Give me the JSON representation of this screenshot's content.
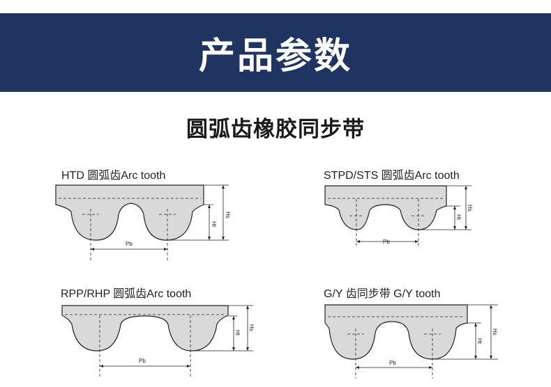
{
  "header": {
    "title": "产品参数"
  },
  "section": {
    "title": "圆弧齿橡胶同步带"
  },
  "profiles": [
    {
      "label": "HTD 圆弧齿Arc tooth",
      "pitch": "Pb",
      "tooth_height": "Ht",
      "belt_height": "Hs"
    },
    {
      "label": "STPD/STS 圆弧齿Arc tooth",
      "pitch": "Pb",
      "tooth_height": "Ht",
      "belt_height": "Hs"
    },
    {
      "label": "RPP/RHP 圆弧齿Arc tooth",
      "pitch": "Pb",
      "tooth_height": "Ht",
      "belt_height": "Hs"
    },
    {
      "label": "G/Y 齿同步带   G/Y  tooth",
      "pitch": "Pb",
      "tooth_height": "Ht",
      "belt_height": "Hs"
    }
  ],
  "colors": {
    "banner": "#1f3461",
    "belt_fill": "#d9d9d9",
    "outline": "#222222"
  }
}
